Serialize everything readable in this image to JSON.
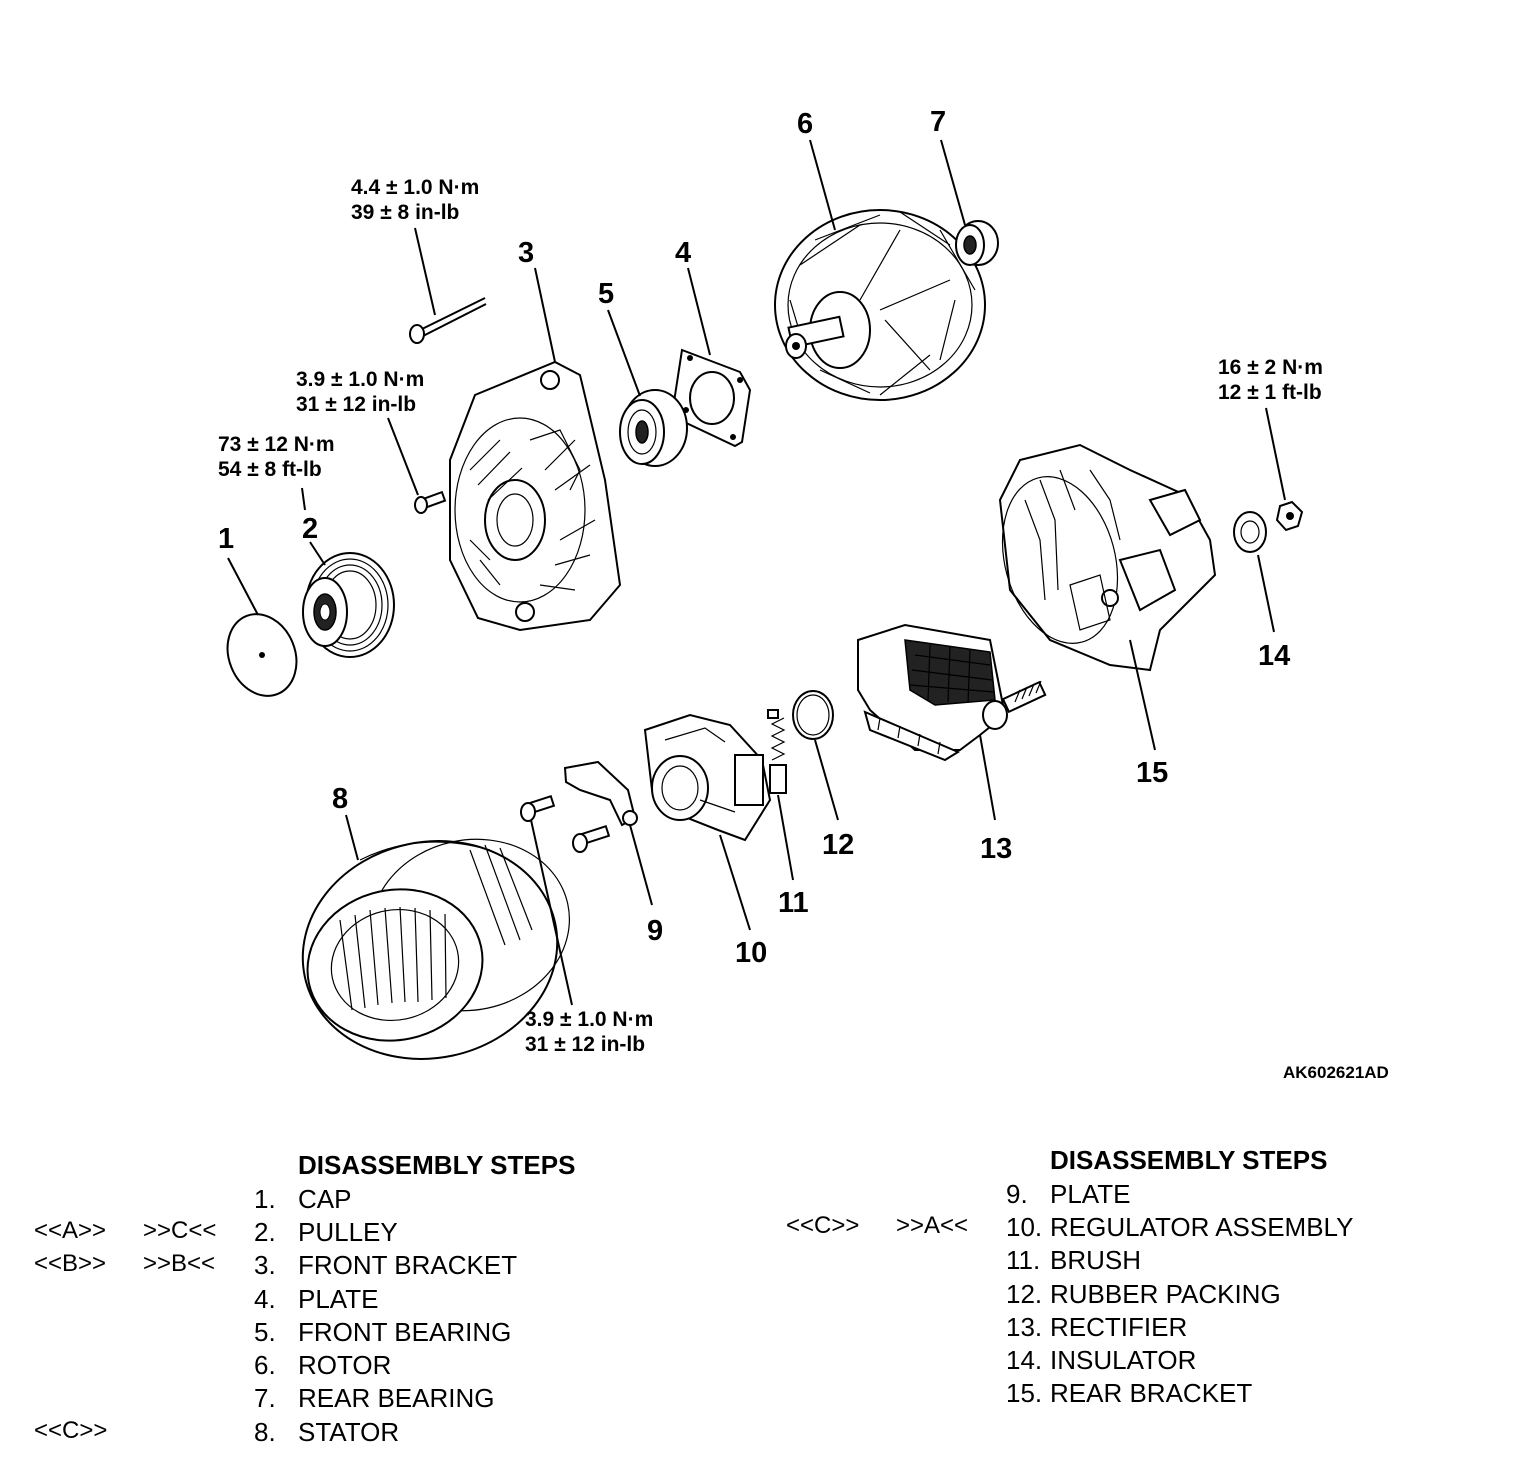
{
  "figure": {
    "figure_id": "AK602621AD",
    "callouts": [
      "1",
      "2",
      "3",
      "4",
      "5",
      "6",
      "7",
      "8",
      "9",
      "10",
      "11",
      "12",
      "13",
      "14",
      "15"
    ],
    "torque_specs": [
      {
        "id": "t1",
        "line1": "4.4 ± 1.0 N·m",
        "line2": "39 ± 8 in-lb"
      },
      {
        "id": "t2",
        "line1": "3.9 ± 1.0 N·m",
        "line2": "31 ± 12 in-lb"
      },
      {
        "id": "t3",
        "line1": "73 ± 12 N·m",
        "line2": "54 ± 8 ft-lb"
      },
      {
        "id": "t4",
        "line1": "16 ± 2 N·m",
        "line2": "12 ± 1 ft-lb"
      },
      {
        "id": "t5",
        "line1": "3.9 ± 1.0 N·m",
        "line2": "31 ± 12 in-lb"
      }
    ]
  },
  "steps_left": {
    "heading": "DISASSEMBLY STEPS",
    "rows": [
      {
        "mark1": "",
        "mark2": "",
        "num": "1.",
        "label": "CAP"
      },
      {
        "mark1": "<<A>>",
        "mark2": ">>C<<",
        "num": "2.",
        "label": "PULLEY"
      },
      {
        "mark1": "<<B>>",
        "mark2": ">>B<<",
        "num": "3.",
        "label": "FRONT BRACKET"
      },
      {
        "mark1": "",
        "mark2": "",
        "num": "4.",
        "label": "PLATE"
      },
      {
        "mark1": "",
        "mark2": "",
        "num": "5.",
        "label": "FRONT BEARING"
      },
      {
        "mark1": "",
        "mark2": "",
        "num": "6.",
        "label": "ROTOR"
      },
      {
        "mark1": "",
        "mark2": "",
        "num": "7.",
        "label": "REAR BEARING"
      },
      {
        "mark1": "<<C>>",
        "mark2": "",
        "num": "8.",
        "label": "STATOR"
      }
    ]
  },
  "steps_right": {
    "heading": "DISASSEMBLY STEPS",
    "rows": [
      {
        "mark1": "",
        "mark2": "",
        "num": "9.",
        "label": "PLATE"
      },
      {
        "mark1": "<<C>>",
        "mark2": ">>A<<",
        "num": "10.",
        "label": "REGULATOR ASSEMBLY"
      },
      {
        "mark1": "",
        "mark2": "",
        "num": "11.",
        "label": "BRUSH"
      },
      {
        "mark1": "",
        "mark2": "",
        "num": "12.",
        "label": "RUBBER PACKING"
      },
      {
        "mark1": "",
        "mark2": "",
        "num": "13.",
        "label": "RECTIFIER"
      },
      {
        "mark1": "",
        "mark2": "",
        "num": "14.",
        "label": "INSULATOR"
      },
      {
        "mark1": "",
        "mark2": "",
        "num": "15.",
        "label": "REAR BRACKET"
      }
    ]
  }
}
